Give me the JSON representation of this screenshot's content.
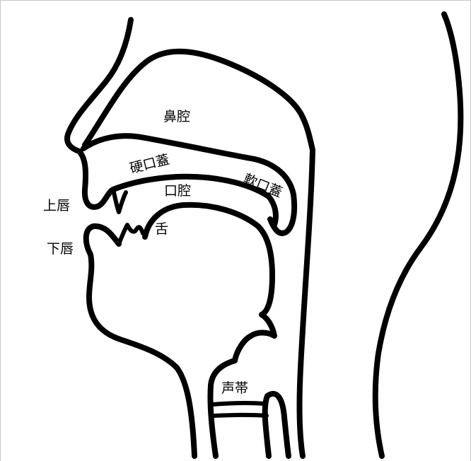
{
  "labels": {
    "nasal_cavity": "鼻腔",
    "hard_palate": "硬口蓋",
    "oral_cavity": "口腔",
    "soft_palate": "軟口蓋",
    "upper_lip": "上唇",
    "lower_lip": "下唇",
    "tongue": "舌",
    "vocal_cords": "声帯"
  }
}
